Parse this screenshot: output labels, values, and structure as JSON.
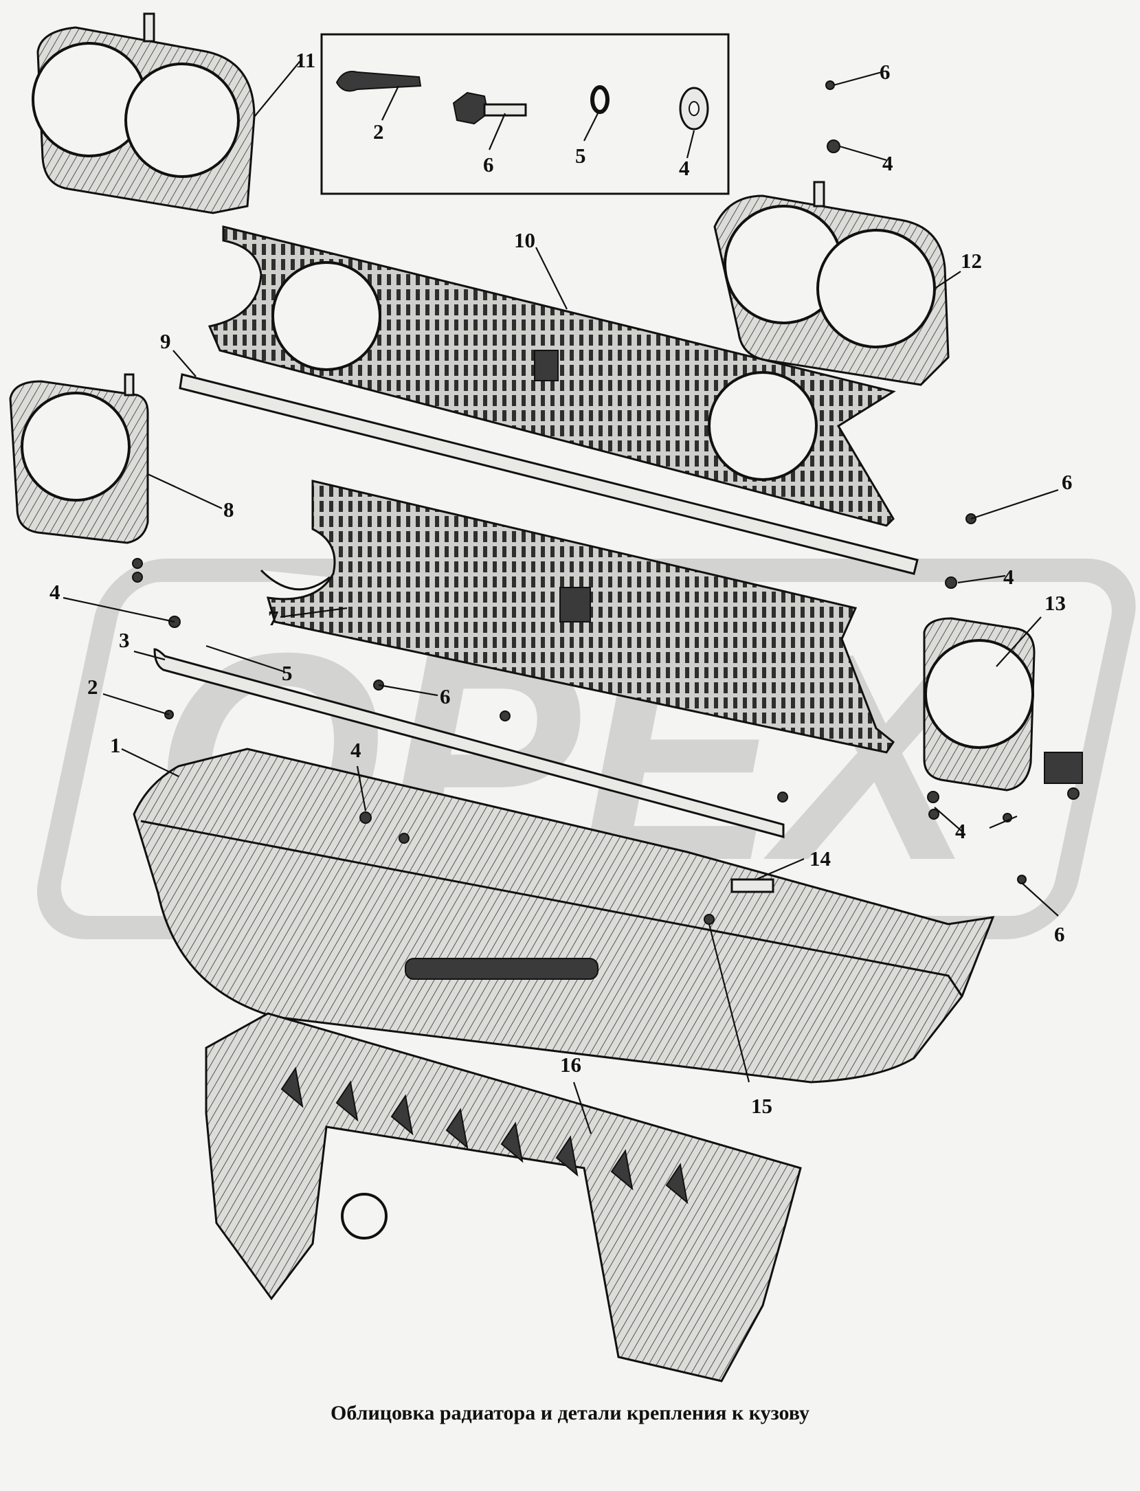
{
  "caption": "Облицовка радиатора и детали крепления к кузову",
  "watermark": "OPEX",
  "callouts": [
    {
      "id": "c11",
      "text": "11"
    },
    {
      "id": "c2box",
      "text": "2"
    },
    {
      "id": "c6box",
      "text": "6"
    },
    {
      "id": "c5box",
      "text": "5"
    },
    {
      "id": "c4box",
      "text": "4"
    },
    {
      "id": "c6a",
      "text": "6"
    },
    {
      "id": "c4a",
      "text": "4"
    },
    {
      "id": "c10",
      "text": "10"
    },
    {
      "id": "c12",
      "text": "12"
    },
    {
      "id": "c9",
      "text": "9"
    },
    {
      "id": "c8",
      "text": "8"
    },
    {
      "id": "c6b",
      "text": "6"
    },
    {
      "id": "c4b",
      "text": "4"
    },
    {
      "id": "c4c",
      "text": "4"
    },
    {
      "id": "c7",
      "text": "7"
    },
    {
      "id": "c13",
      "text": "13"
    },
    {
      "id": "c3",
      "text": "3"
    },
    {
      "id": "c5",
      "text": "5"
    },
    {
      "id": "c6c",
      "text": "6"
    },
    {
      "id": "c2",
      "text": "2"
    },
    {
      "id": "c1",
      "text": "1"
    },
    {
      "id": "c4d",
      "text": "4"
    },
    {
      "id": "c4e",
      "text": "4"
    },
    {
      "id": "c14",
      "text": "14"
    },
    {
      "id": "c6d",
      "text": "6"
    },
    {
      "id": "c15",
      "text": "15"
    },
    {
      "id": "c16",
      "text": "16"
    }
  ]
}
